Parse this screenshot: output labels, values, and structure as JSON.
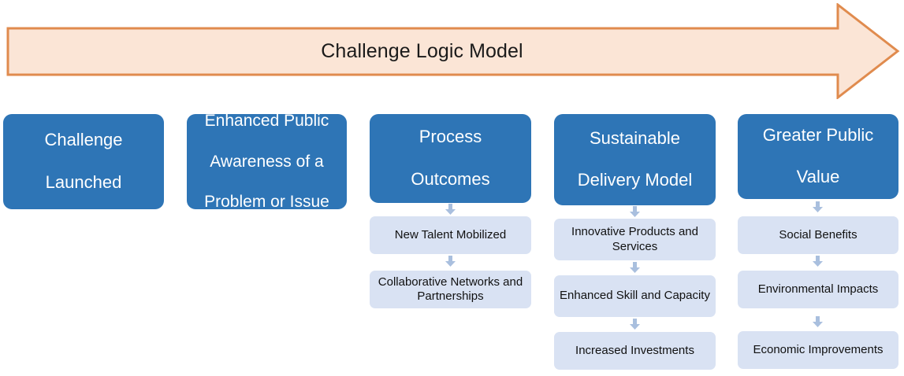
{
  "banner": {
    "title": "Challenge Logic Model",
    "fill": "#FBE5D6",
    "stroke": "#E08B4E"
  },
  "theme": {
    "primary_box_color": "#2E75B6",
    "primary_text_color": "#FFFFFF",
    "sub_box_color": "#D9E2F3",
    "sub_text_color": "#111111",
    "connector_color": "#A9BFDE",
    "background": "#FFFFFF"
  },
  "columns": [
    {
      "id": "challenge-launched",
      "header": "Challenge\nLaunched",
      "header_line1": "Challenge",
      "header_line2": "Launched",
      "sub_items": []
    },
    {
      "id": "enhanced-public-awareness",
      "header": "Enhanced Public Awareness of a Problem or Issue",
      "header_line1": "Enhanced Public",
      "header_line2": "Awareness of a",
      "header_line3": "Problem or Issue",
      "sub_items": []
    },
    {
      "id": "process-outcomes",
      "header": "Process Outcomes",
      "header_line1": "Process",
      "header_line2": "Outcomes",
      "sub_items": [
        "New Talent Mobilized",
        "Collaborative Networks and Partnerships"
      ]
    },
    {
      "id": "sustainable-delivery-model",
      "header": "Sustainable Delivery Model",
      "header_line1": "Sustainable",
      "header_line2": "Delivery Model",
      "sub_items": [
        "Innovative Products and Services",
        "Enhanced Skill and Capacity",
        "Increased Investments"
      ]
    },
    {
      "id": "greater-public-value",
      "header": "Greater Public Value",
      "header_line1": "Greater Public",
      "header_line2": "Value",
      "sub_items": [
        "Social Benefits",
        "Environmental Impacts",
        "Economic Improvements"
      ]
    }
  ]
}
